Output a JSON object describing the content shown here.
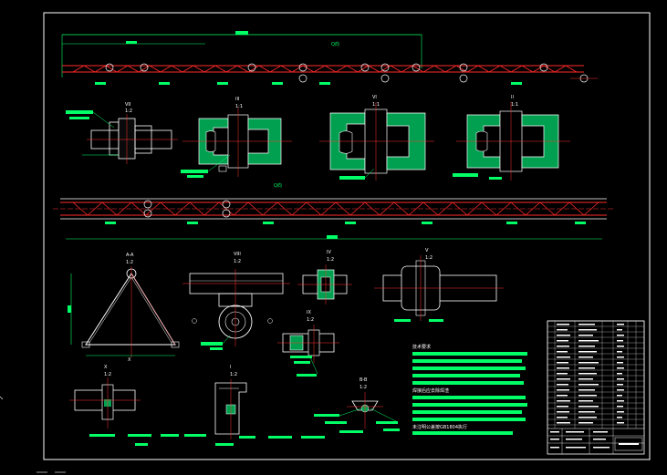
{
  "drawing": {
    "label_top_truss": "Q向",
    "label_mid_truss": "Q向",
    "details": [
      {
        "id": "VII",
        "scale": "1:2"
      },
      {
        "id": "III",
        "scale": "1:1"
      },
      {
        "id": "VI",
        "scale": "1:1"
      },
      {
        "id": "II",
        "scale": "1:1"
      },
      {
        "id": "A-A",
        "scale": "1:2"
      },
      {
        "id": "VIII",
        "scale": "1:2"
      },
      {
        "id": "IV",
        "scale": "1:2"
      },
      {
        "id": "V",
        "scale": "1:2"
      },
      {
        "id": "IX",
        "scale": "1:2"
      },
      {
        "id": "X",
        "scale": "1:2"
      },
      {
        "id": "I",
        "scale": "1:2"
      },
      {
        "id": "B-B",
        "scale": "1:2"
      }
    ],
    "notes_title": "技术要求",
    "notes_line_1": "焊接后应去除焊渣",
    "notes_line_2": "未注明公差按GB1804执行"
  },
  "colors": {
    "background": "#000000",
    "border": "#ffffff",
    "truss": "#ff2a2a",
    "leader": "#00ff66",
    "centerline": "#ff3333",
    "hatch": "#00d46a"
  },
  "cursor_icon": "crosshair-icon"
}
